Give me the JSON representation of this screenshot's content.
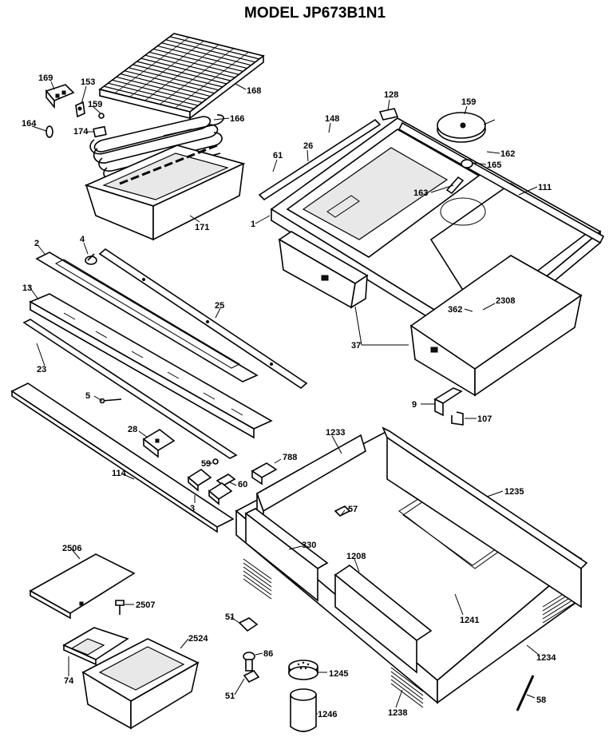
{
  "title": "MODEL JP673B1N1",
  "labels": {
    "l169": "169",
    "l153": "153",
    "l168": "168",
    "l159a": "159",
    "l174": "174",
    "l164": "164",
    "l166": "166",
    "l148": "148",
    "l128": "128",
    "l159b": "159",
    "l61": "61",
    "l26": "26",
    "l162": "162",
    "l165": "165",
    "l163": "163",
    "l111": "111",
    "l171": "171",
    "l1": "1",
    "l2": "2",
    "l4": "4",
    "l13": "13",
    "l25": "25",
    "l362": "362",
    "l2308": "2308",
    "l37": "37",
    "l23": "23",
    "l5": "5",
    "l9": "9",
    "l107": "107",
    "l28": "28",
    "l1233": "1233",
    "l59": "59",
    "l788": "788",
    "l114": "114",
    "l60": "60",
    "l3": "3",
    "l1235": "1235",
    "l57": "57",
    "l2506": "2506",
    "l330": "330",
    "l1208": "1208",
    "l2507": "2507",
    "l1241": "1241",
    "l51a": "51",
    "l2524": "2524",
    "l74": "74",
    "l86": "86",
    "l1245": "1245",
    "l1234": "1234",
    "l51b": "51",
    "l1246": "1246",
    "l1238": "1238",
    "l58": "58"
  }
}
